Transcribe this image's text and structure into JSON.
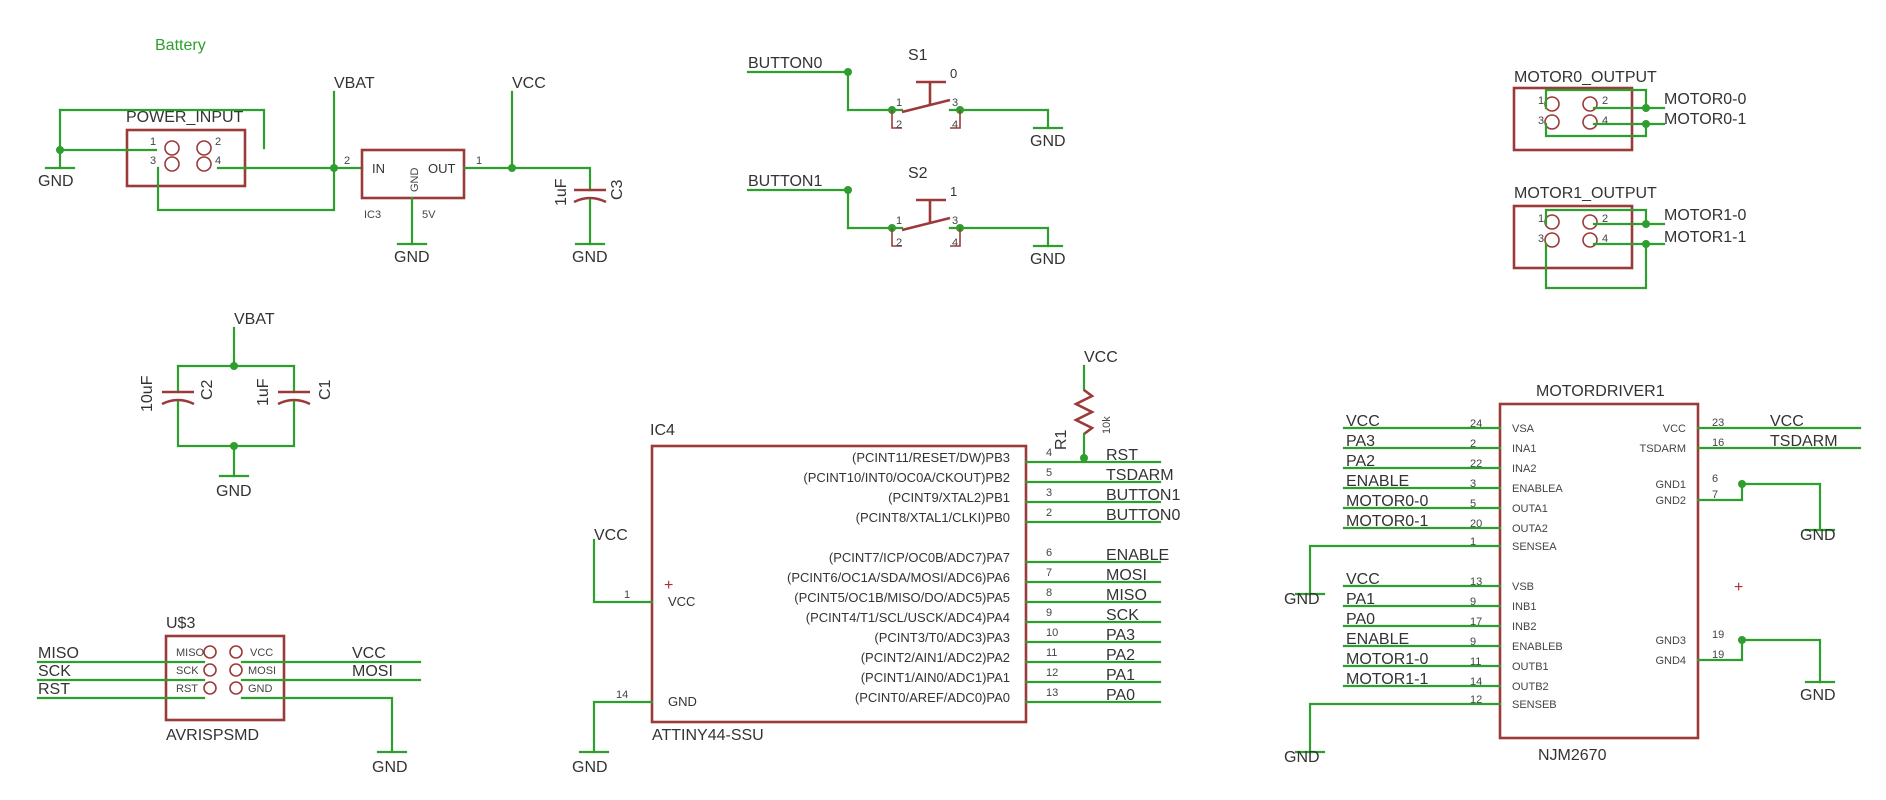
{
  "labels": {
    "battery": "Battery",
    "power_input": "POWER_INPUT",
    "vbat": "VBAT",
    "vcc": "VCC",
    "gnd": "GND",
    "ic3": "IC3",
    "reg_in": "IN",
    "reg_out": "OUT",
    "reg_gnd": "GND",
    "reg_5v": "5V",
    "c3": "C3",
    "c3_val": "1uF",
    "c2": "C2",
    "c2_val": "10uF",
    "c1": "C1",
    "c1_val": "1uF",
    "s1": "S1",
    "s2": "S2",
    "s1_num": "0",
    "s2_num": "1",
    "button0": "BUTTON0",
    "button1": "BUTTON1",
    "motor0_output": "MOTOR0_OUTPUT",
    "motor1_output": "MOTOR1_OUTPUT",
    "motor0_0": "MOTOR0-0",
    "motor0_1": "MOTOR0-1",
    "motor1_0": "MOTOR1-0",
    "motor1_1": "MOTOR1-1",
    "r1": "R1",
    "r1_val": "10k",
    "rst": "RST",
    "tsdarm": "TSDARM",
    "enable": "ENABLE",
    "mosi": "MOSI",
    "miso": "MISO",
    "sck": "SCK",
    "pa3": "PA3",
    "pa2": "PA2",
    "pa1": "PA1",
    "pa0": "PA0",
    "ic4": "IC4",
    "attiny": "ATTINY44-SSU",
    "ic4_vcc": "VCC",
    "ic4_gnd": "GND",
    "u3": "U$3",
    "avrisp": "AVRISPSMD",
    "motordriver": "MOTORDRIVER1",
    "njm": "NJM2670"
  },
  "ic4_pins": [
    {
      "name": "(PCINT11/RESET/DW)PB3",
      "num": "4"
    },
    {
      "name": "(PCINT10/INT0/OC0A/CKOUT)PB2",
      "num": "5"
    },
    {
      "name": "(PCINT9/XTAL2)PB1",
      "num": "3"
    },
    {
      "name": "(PCINT8/XTAL1/CLKI)PB0",
      "num": "2"
    },
    {
      "name": "(PCINT7/ICP/OC0B/ADC7)PA7",
      "num": "6"
    },
    {
      "name": "(PCINT6/OC1A/SDA/MOSI/ADC6)PA6",
      "num": "7"
    },
    {
      "name": "(PCINT5/OC1B/MISO/DO/ADC5)PA5",
      "num": "8"
    },
    {
      "name": "(PCINT4/T1/SCL/USCK/ADC4)PA4",
      "num": "9"
    },
    {
      "name": "(PCINT3/T0/ADC3)PA3",
      "num": "10"
    },
    {
      "name": "(PCINT2/AIN1/ADC2)PA2",
      "num": "11"
    },
    {
      "name": "(PCINT1/AIN0/ADC1)PA1",
      "num": "12"
    },
    {
      "name": "(PCINT0/AREF/ADC0)PA0",
      "num": "13"
    }
  ],
  "ic4_side_pins": [
    {
      "num": "1"
    },
    {
      "num": "14"
    }
  ],
  "isp_pins": [
    "MISO",
    "SCK",
    "RST",
    "VCC",
    "MOSI",
    "GND"
  ],
  "isp_nets_left": [
    "MISO",
    "SCK",
    "RST"
  ],
  "isp_nets_right": [
    "VCC",
    "MOSI"
  ],
  "md_left_pins": [
    {
      "name": "VSA",
      "num": "24",
      "net": "VCC"
    },
    {
      "name": "INA1",
      "num": "2",
      "net": "PA3"
    },
    {
      "name": "INA2",
      "num": "22",
      "net": "PA2"
    },
    {
      "name": "ENABLEA",
      "num": "3",
      "net": "ENABLE"
    },
    {
      "name": "OUTA1",
      "num": "5",
      "net": "MOTOR0-0"
    },
    {
      "name": "OUTA2",
      "num": "20",
      "net": "MOTOR0-1"
    },
    {
      "name": "SENSEA",
      "num": "1",
      "net": ""
    },
    {
      "name": "VSB",
      "num": "13",
      "net": "VCC"
    },
    {
      "name": "INB1",
      "num": "9",
      "net": "PA1"
    },
    {
      "name": "INB2",
      "num": "17",
      "net": "PA0"
    },
    {
      "name": "ENABLEB",
      "num": "9",
      "net": "ENABLE"
    },
    {
      "name": "OUTB1",
      "num": "11",
      "net": "MOTOR1-0"
    },
    {
      "name": "OUTB2",
      "num": "14",
      "net": "MOTOR1-1"
    },
    {
      "name": "SENSEB",
      "num": "12",
      "net": ""
    }
  ],
  "md_right_pins": [
    {
      "name": "VCC",
      "num": "23",
      "net": "VCC"
    },
    {
      "name": "TSDARM",
      "num": "16",
      "net": "TSDARM"
    },
    {
      "name": "GND1",
      "num": "6",
      "net": ""
    },
    {
      "name": "GND2",
      "num": "7",
      "net": ""
    },
    {
      "name": "GND3",
      "num": "19",
      "net": ""
    },
    {
      "name": "GND4",
      "num": "19",
      "net": ""
    }
  ],
  "pin_nums": {
    "p1": "1",
    "p2": "2",
    "p3": "3",
    "p4": "4"
  },
  "colors": {
    "wire": "#2e9e2e",
    "part": "#9c3a3a",
    "text": "#333333"
  }
}
